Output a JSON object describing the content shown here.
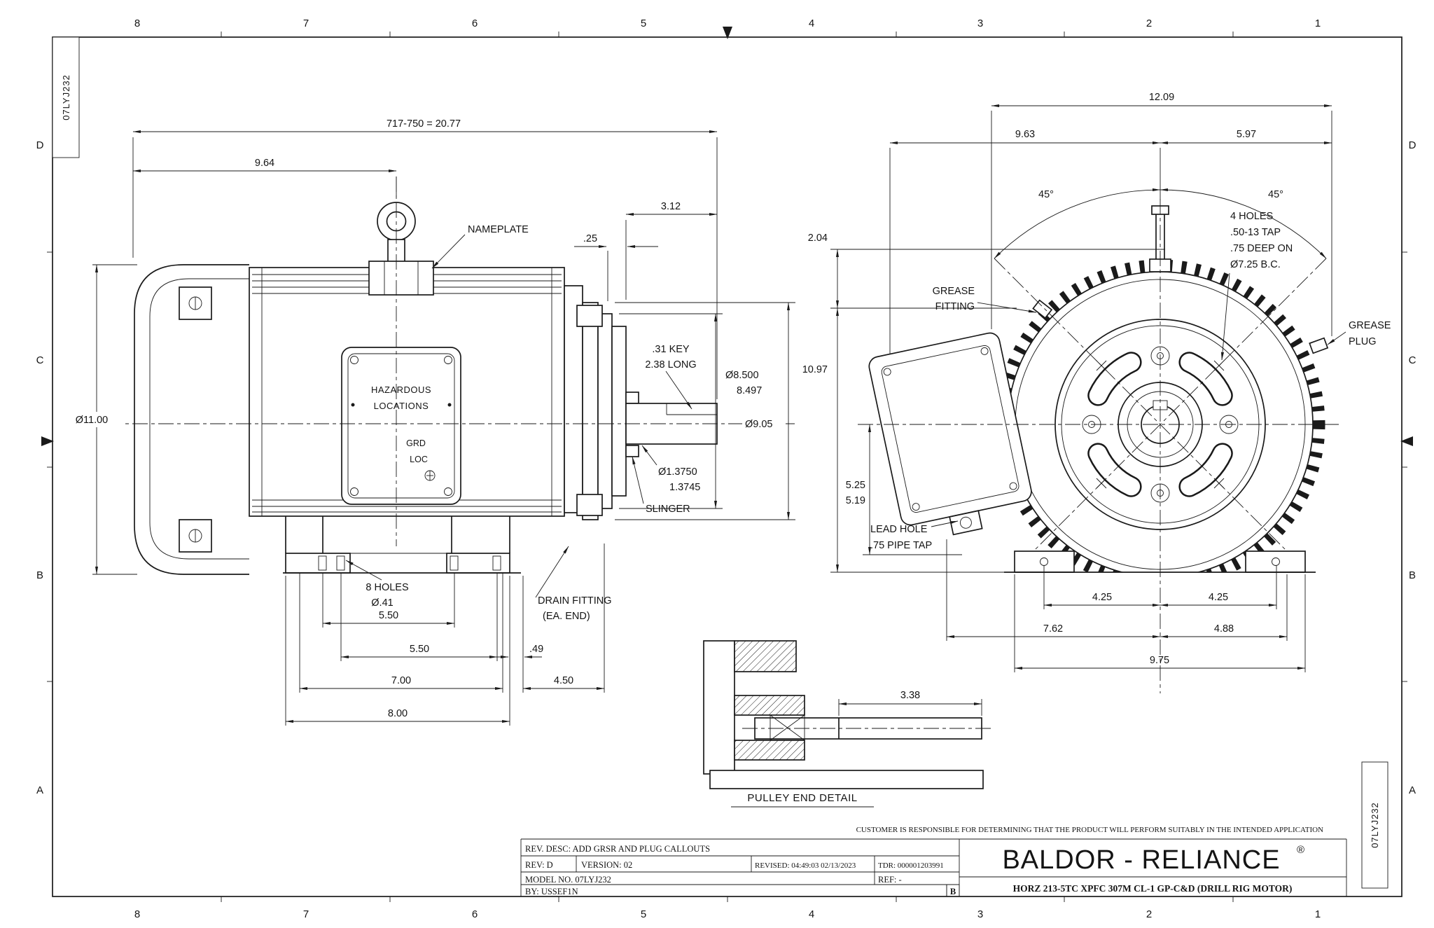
{
  "sheet": {
    "doc_number": "07LYJ232"
  },
  "grid": {
    "cols": [
      "8",
      "7",
      "6",
      "5",
      "4",
      "3",
      "2",
      "1"
    ],
    "rows": [
      "D",
      "C",
      "B",
      "A"
    ]
  },
  "title_block": {
    "disclaimer": "CUSTOMER IS RESPONSIBLE FOR DETERMINING THAT THE PRODUCT WILL PERFORM SUITABLY IN THE INTENDED APPLICATION",
    "rev_desc": "REV. DESC: ADD GRSR AND PLUG CALLOUTS",
    "rev": "REV:  D",
    "version": "VERSION:  02",
    "revised": "REVISED:  04:49:03 02/13/2023",
    "tdr": "TDR: 000001203991",
    "model_no": "MODEL NO.   07LYJ232",
    "ref": "REF:  -",
    "by": "BY: USSEF1N",
    "size": "B",
    "brand": "BALDOR - RELIANCE",
    "registered": "®",
    "description": "HORZ 213-5TC XPFC 307M CL-1 GP-C&D (DRILL RIG MOTOR)"
  },
  "side_view": {
    "nameplate_line1": "HAZARDOUS",
    "nameplate_line2": "LOCATIONS",
    "grd": "GRD",
    "loc": "LOC",
    "labels": {
      "nameplate": "NAMEPLATE",
      "slinger": "SLINGER",
      "drain1": "DRAIN FITTING",
      "drain2": "(EA. END)",
      "holes1": "8 HOLES",
      "holes2": "Ø.41",
      "key1": ".31 KEY",
      "key2": "2.38 LONG"
    },
    "dims": {
      "overall": "717-750 = 20.77",
      "d964": "9.64",
      "dia11": "Ø11.00",
      "d312": "3.12",
      "d025": ".25",
      "ak1": "Ø8.500",
      "ak2": "8.497",
      "dia905": "Ø9.05",
      "u1": "Ø1.3750",
      "u2": "1.3745",
      "d550a": "5.50",
      "d550b": "5.50",
      "d700": "7.00",
      "d800": "8.00",
      "d049": ".49",
      "d450": "4.50"
    }
  },
  "end_view": {
    "labels": {
      "holes1": "4 HOLES",
      "holes2": ".50-13 TAP",
      "holes3": ".75 DEEP ON",
      "holes4": "Ø7.25 B.C.",
      "grease_fitting1": "GREASE",
      "grease_fitting2": "FITTING",
      "grease_plug1": "GREASE",
      "grease_plug2": "PLUG",
      "lead1": "LEAD HOLE",
      "lead2": ".75 PIPE TAP"
    },
    "dims": {
      "d1209": "12.09",
      "d963": "9.63",
      "d597": "5.97",
      "a45l": "45°",
      "a45r": "45°",
      "d204": "2.04",
      "d1097": "10.97",
      "d525": "5.25",
      "d519": "5.19",
      "d425a": "4.25",
      "d425b": "4.25",
      "d762": "7.62",
      "d488": "4.88",
      "d975": "9.75"
    }
  },
  "detail_view": {
    "caption": "PULLEY END DETAIL",
    "dims": {
      "d338": "3.38"
    }
  }
}
